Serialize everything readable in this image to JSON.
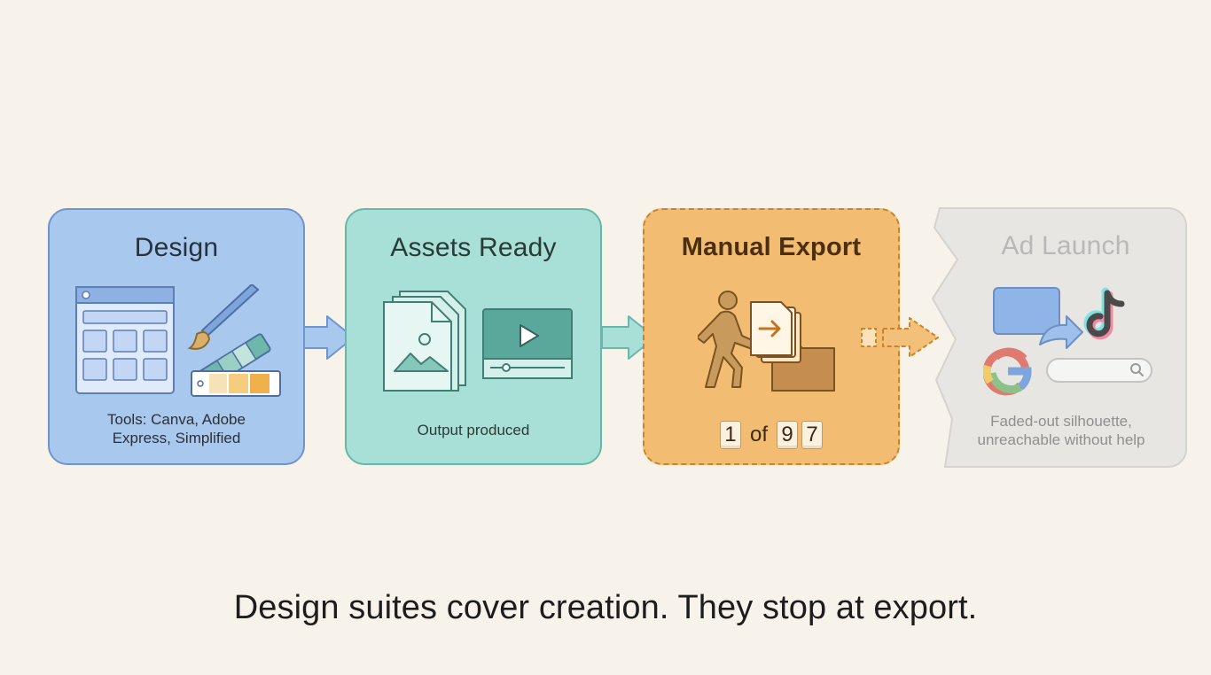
{
  "stages": [
    {
      "title": "Design",
      "caption_lines": [
        "Tools: Canva, Adobe",
        "Express, Simplified"
      ],
      "color": "#a9c8ee"
    },
    {
      "title": "Assets Ready",
      "caption": "Output produced",
      "color": "#a8e0d7"
    },
    {
      "title": "Manual Export",
      "counter": {
        "current": "1",
        "of_label": "of",
        "total_digits": [
          "9",
          "7"
        ]
      },
      "color": "#f2bd72"
    },
    {
      "title": "Ad Launch",
      "caption_lines": [
        "Faded-out silhouette,",
        "unreachable without help"
      ],
      "color": "#e6e6e6"
    }
  ],
  "icons": {
    "design": [
      "layout-grid-icon",
      "paintbrush-icon",
      "color-swatch-icon"
    ],
    "assets": [
      "image-files-icon",
      "video-player-icon"
    ],
    "export": [
      "person-carrying-files-icon",
      "folder-icon"
    ],
    "launch": [
      "display-ad-icon",
      "share-arrow-icon",
      "tiktok-icon",
      "google-icon",
      "search-bar-icon"
    ]
  },
  "tagline": "Design suites cover creation. They stop at export."
}
